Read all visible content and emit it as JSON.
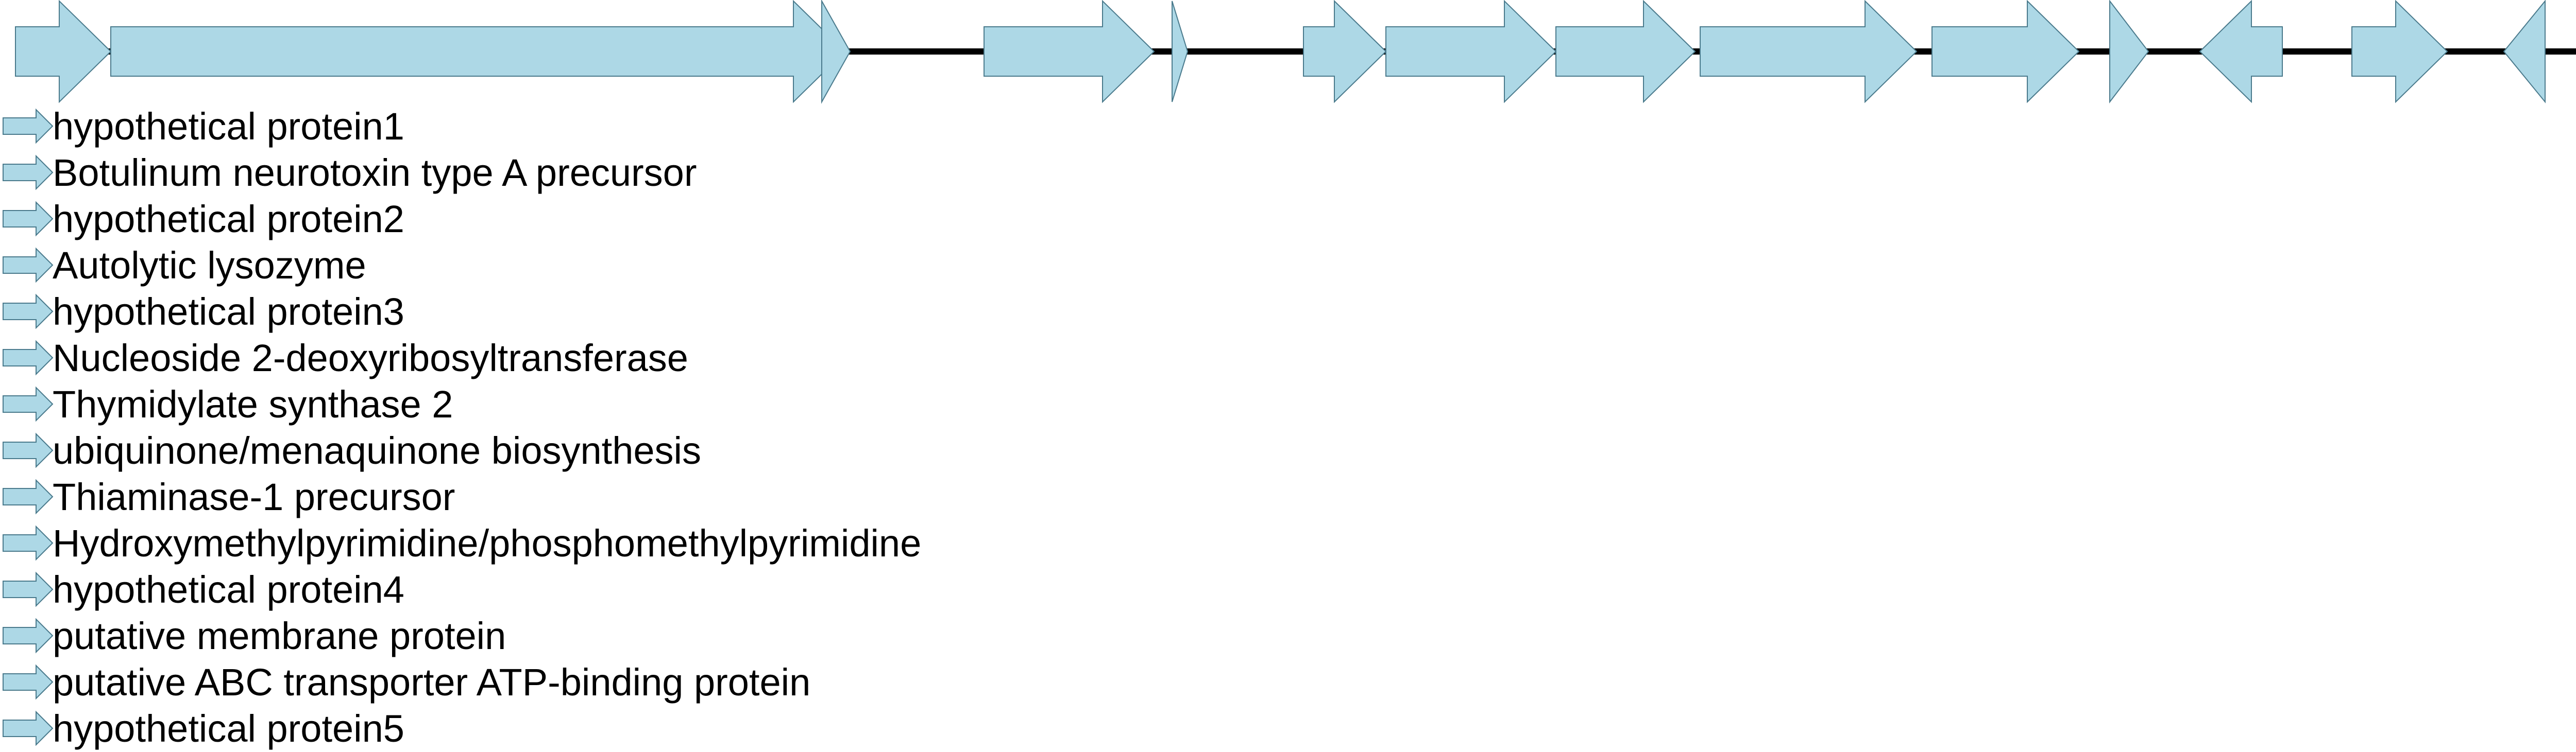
{
  "colors": {
    "gene_fill": "#add8e6",
    "gene_stroke": "#4a7a8c",
    "backbone": "#000000",
    "text": "#000000"
  },
  "genes": [
    {
      "label": "hypothetical protein1",
      "strand": "+"
    },
    {
      "label": "Botulinum neurotoxin type A precursor",
      "strand": "+"
    },
    {
      "label": "hypothetical protein2",
      "strand": "+"
    },
    {
      "label": "Autolytic lysozyme",
      "strand": "+"
    },
    {
      "label": "hypothetical protein3",
      "strand": "+"
    },
    {
      "label": "Nucleoside 2-deoxyribosyltransferase",
      "strand": "+"
    },
    {
      "label": "Thymidylate synthase 2",
      "strand": "+"
    },
    {
      "label": "ubiquinone/menaquinone biosynthesis",
      "strand": "+"
    },
    {
      "label": "Thiaminase-1 precursor",
      "strand": "+"
    },
    {
      "label": "Hydroxymethylpyrimidine/phosphomethylpyrimidine",
      "strand": "+"
    },
    {
      "label": "hypothetical protein4",
      "strand": "+"
    },
    {
      "label": "putative membrane protein",
      "strand": "-"
    },
    {
      "label": "putative ABC transporter ATP-binding protein",
      "strand": "+"
    },
    {
      "label": "hypothetical protein5",
      "strand": "-"
    }
  ]
}
